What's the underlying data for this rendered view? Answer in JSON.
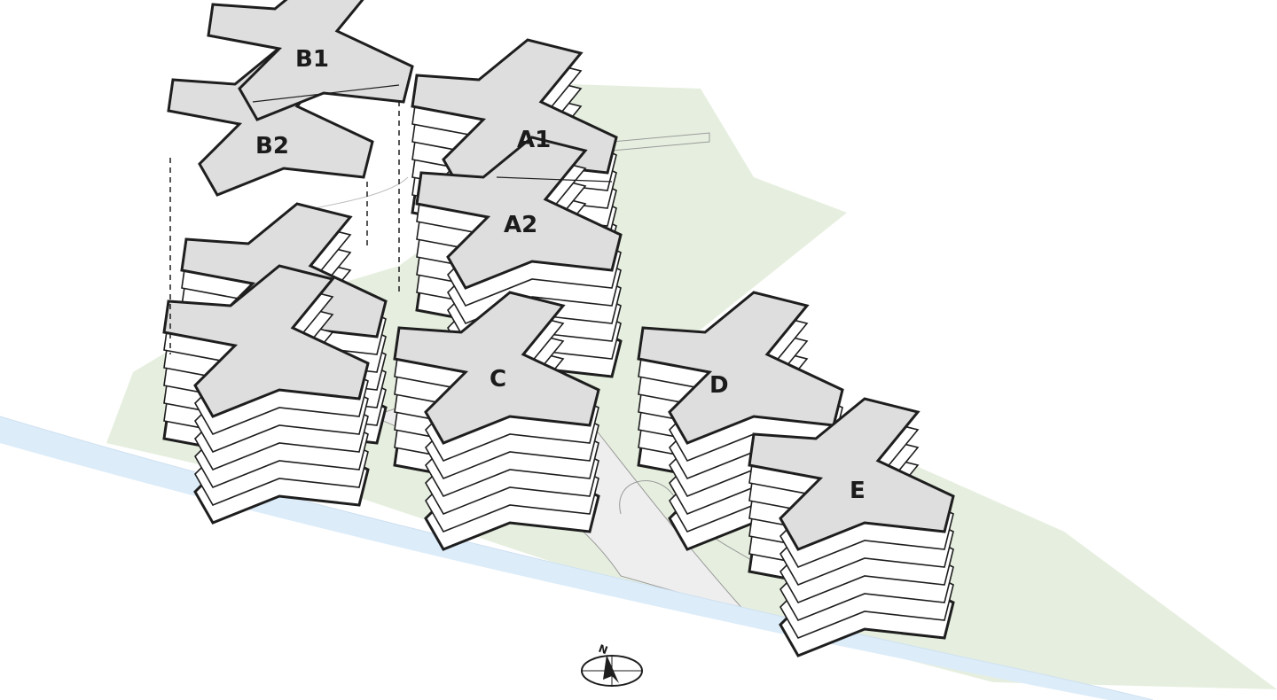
{
  "buildings": [
    {
      "id": "B1",
      "label": "B1"
    },
    {
      "id": "B2",
      "label": "B2"
    },
    {
      "id": "A1",
      "label": "A1"
    },
    {
      "id": "A2",
      "label": "A2"
    },
    {
      "id": "C",
      "label": "C"
    },
    {
      "id": "D",
      "label": "D"
    },
    {
      "id": "E",
      "label": "E"
    }
  ],
  "compass": {
    "label": "N"
  },
  "colors": {
    "site": "#e6efdf",
    "river": "#dcecf9",
    "roof": "#dedede",
    "wall": "#ffffff",
    "line": "#1e1e1e",
    "highlight": "#c8a878"
  }
}
